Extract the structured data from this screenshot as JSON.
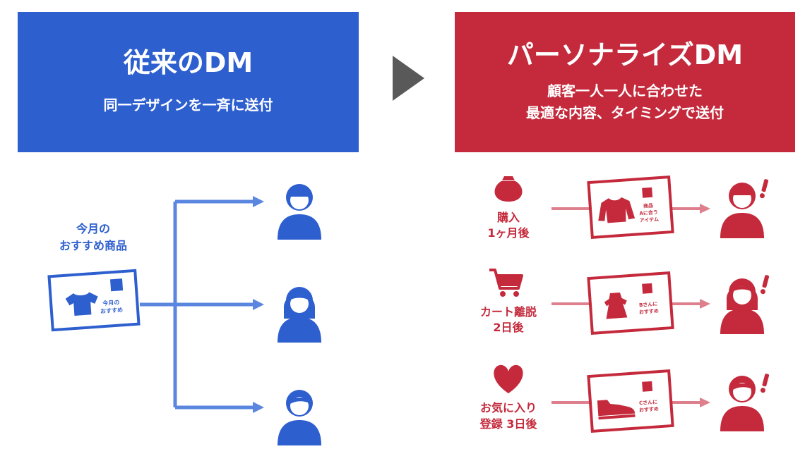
{
  "left_panel": {
    "title": "従来のDM",
    "subtitle": "同一デザインを一斉に送付",
    "color": "#2e5fcf"
  },
  "right_panel": {
    "title": "パーソナライズDM",
    "subtitle_lines": [
      "顧客一人一人に合わせた",
      "最適な内容、タイミングで送付"
    ],
    "color": "#c42a3c"
  },
  "left_diagram": {
    "card_caption_lines": [
      "今月の",
      "おすすめ商品"
    ],
    "card_label_lines": [
      "今月の",
      "おすすめ"
    ],
    "card_icon": "tshirt-icon",
    "recipient_icons": [
      "person-short-hair-icon",
      "person-long-hair-icon",
      "person-side-part-icon"
    ]
  },
  "right_diagram": {
    "rows": [
      {
        "trigger_icon": "money-bag-icon",
        "trigger_lines": [
          "購入",
          "1ヶ月後"
        ],
        "product_icon": "sweater-icon",
        "card_label_lines": [
          "商品",
          "Aに合う",
          "アイテム"
        ],
        "recipient_icon": "person-short-hair-icon"
      },
      {
        "trigger_icon": "shopping-cart-icon",
        "trigger_lines": [
          "カート離脱",
          "2日後"
        ],
        "product_icon": "dress-icon",
        "card_label_lines": [
          "Bさんに",
          "おすすめ"
        ],
        "recipient_icon": "person-long-hair-icon"
      },
      {
        "trigger_icon": "heart-icon",
        "trigger_lines": [
          "お気に入り",
          "登録 3日後"
        ],
        "product_icon": "sneaker-icon",
        "card_label_lines": [
          "Cさんに",
          "おすすめ"
        ],
        "recipient_icon": "person-side-part-icon"
      }
    ]
  },
  "arrow_icon": "play-triangle-icon",
  "colors": {
    "blue": "#2e5fcf",
    "red": "#c42a3c",
    "blue_connector": "#5b86e0",
    "red_connector": "#dd7f8c",
    "arrow_gray": "#595959"
  }
}
